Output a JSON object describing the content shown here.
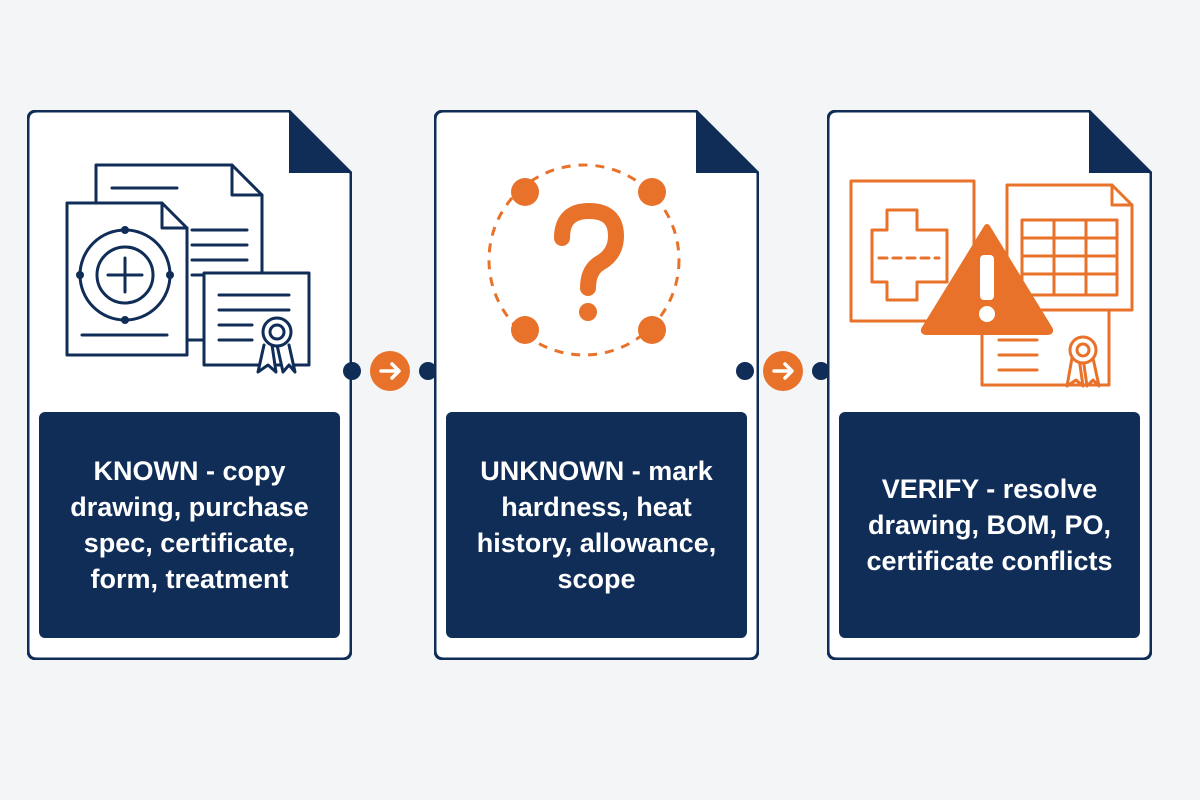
{
  "colors": {
    "navy": "#0f2d57",
    "orange": "#e8722a",
    "background": "#f4f5f7"
  },
  "stages": [
    {
      "label": "KNOWN - copy drawing, purchase spec, certificate, form, treatment",
      "icon": "document-stack-with-certificate-icon"
    },
    {
      "label": "UNKNOWN - mark hardness, heat history, allowance, scope",
      "icon": "question-mark-icon"
    },
    {
      "label": "VERIFY - resolve drawing, BOM, PO, certificate conflicts",
      "icon": "warning-documents-icon"
    }
  ],
  "connectors": [
    {
      "icon": "arrow-right-icon"
    },
    {
      "icon": "arrow-right-icon"
    }
  ]
}
